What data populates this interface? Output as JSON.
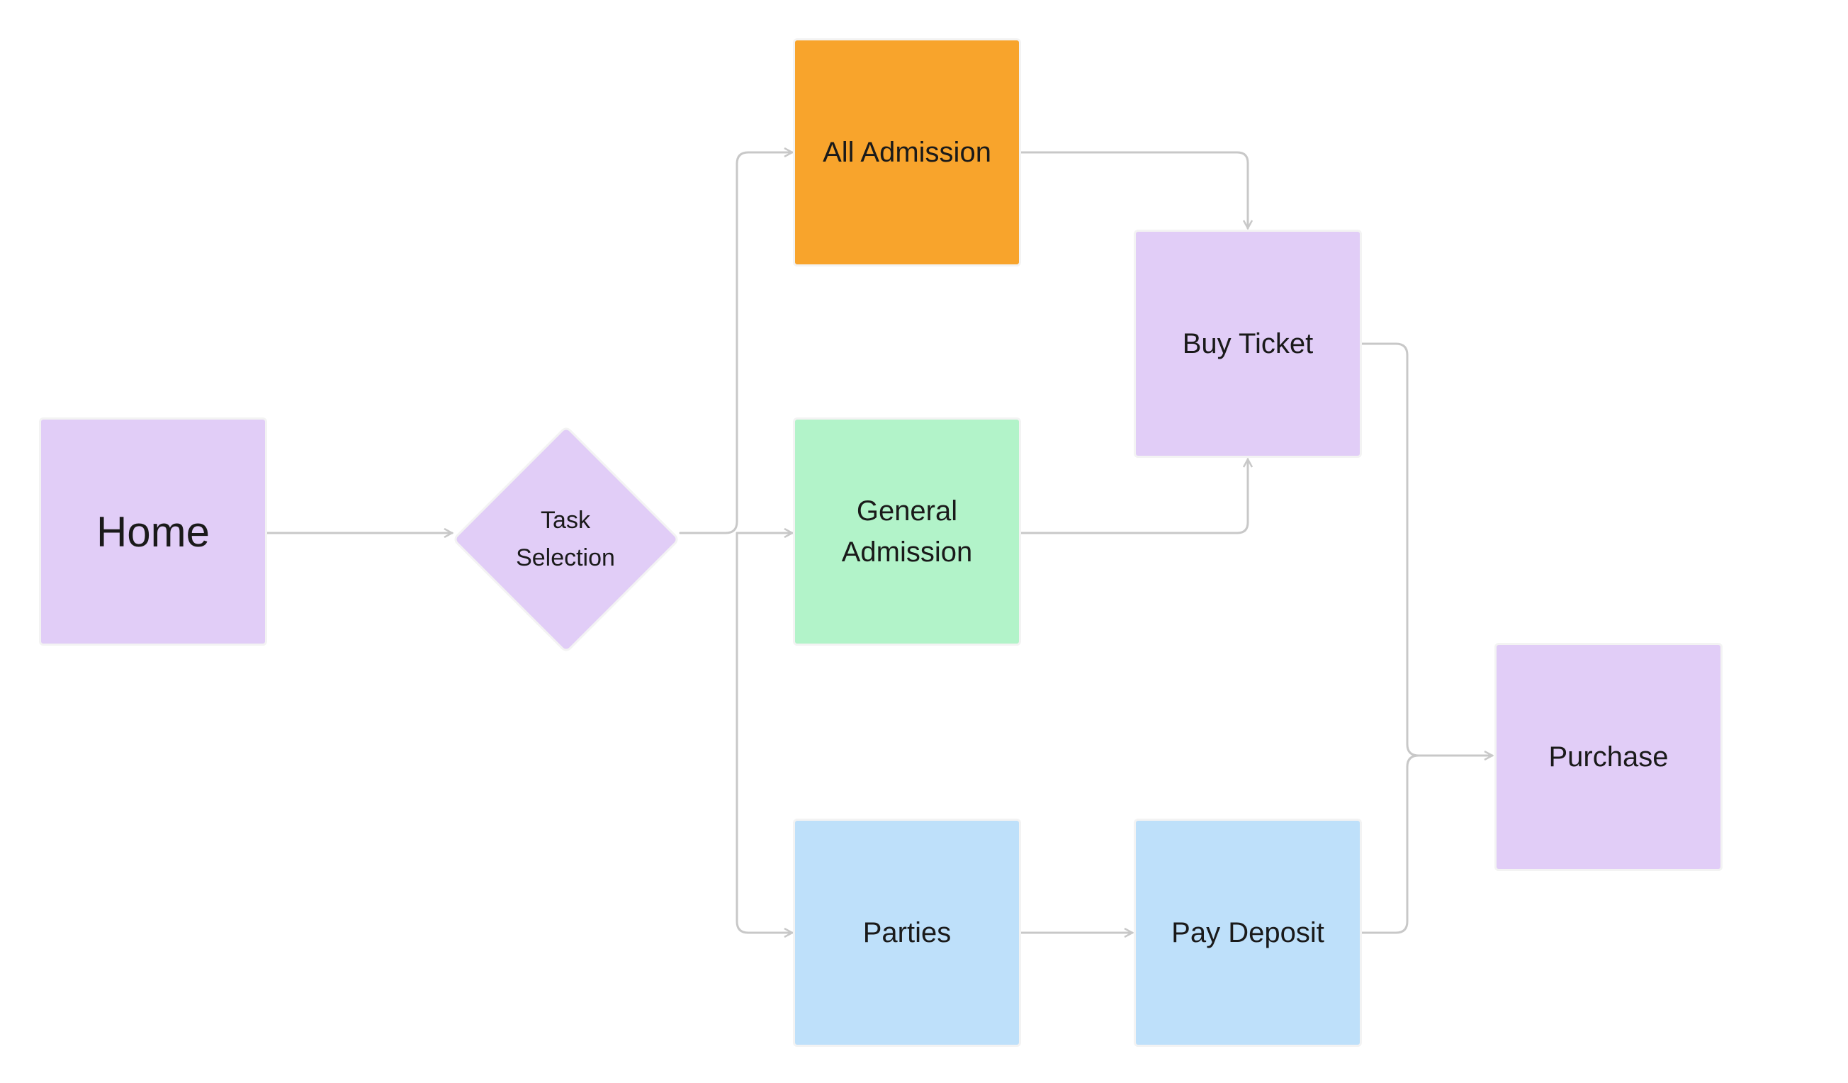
{
  "diagram": {
    "nodes": [
      {
        "id": "home",
        "label": "Home",
        "shape": "rectangle",
        "color": "#e1cdf7"
      },
      {
        "id": "task_selection",
        "label": "Task\nSelection",
        "shape": "diamond",
        "color": "#e1cdf7"
      },
      {
        "id": "all_admission",
        "label": "All Admission",
        "shape": "rectangle",
        "color": "#f8a42c"
      },
      {
        "id": "general_admission",
        "label": "General\nAdmission",
        "shape": "rectangle",
        "color": "#b2f3c9"
      },
      {
        "id": "parties",
        "label": "Parties",
        "shape": "rectangle",
        "color": "#bee0fa"
      },
      {
        "id": "buy_ticket",
        "label": "Buy Ticket",
        "shape": "rectangle",
        "color": "#e1cdf7"
      },
      {
        "id": "pay_deposit",
        "label": "Pay Deposit",
        "shape": "rectangle",
        "color": "#bee0fa"
      },
      {
        "id": "purchase",
        "label": "Purchase",
        "shape": "rectangle",
        "color": "#e1cdf7"
      }
    ],
    "edges": [
      {
        "from": "home",
        "to": "task_selection"
      },
      {
        "from": "task_selection",
        "to": "all_admission"
      },
      {
        "from": "task_selection",
        "to": "general_admission"
      },
      {
        "from": "task_selection",
        "to": "parties"
      },
      {
        "from": "all_admission",
        "to": "buy_ticket"
      },
      {
        "from": "general_admission",
        "to": "buy_ticket"
      },
      {
        "from": "parties",
        "to": "pay_deposit"
      },
      {
        "from": "buy_ticket",
        "to": "purchase"
      },
      {
        "from": "pay_deposit",
        "to": "purchase"
      }
    ],
    "connector_color": "#c8c8c8"
  }
}
